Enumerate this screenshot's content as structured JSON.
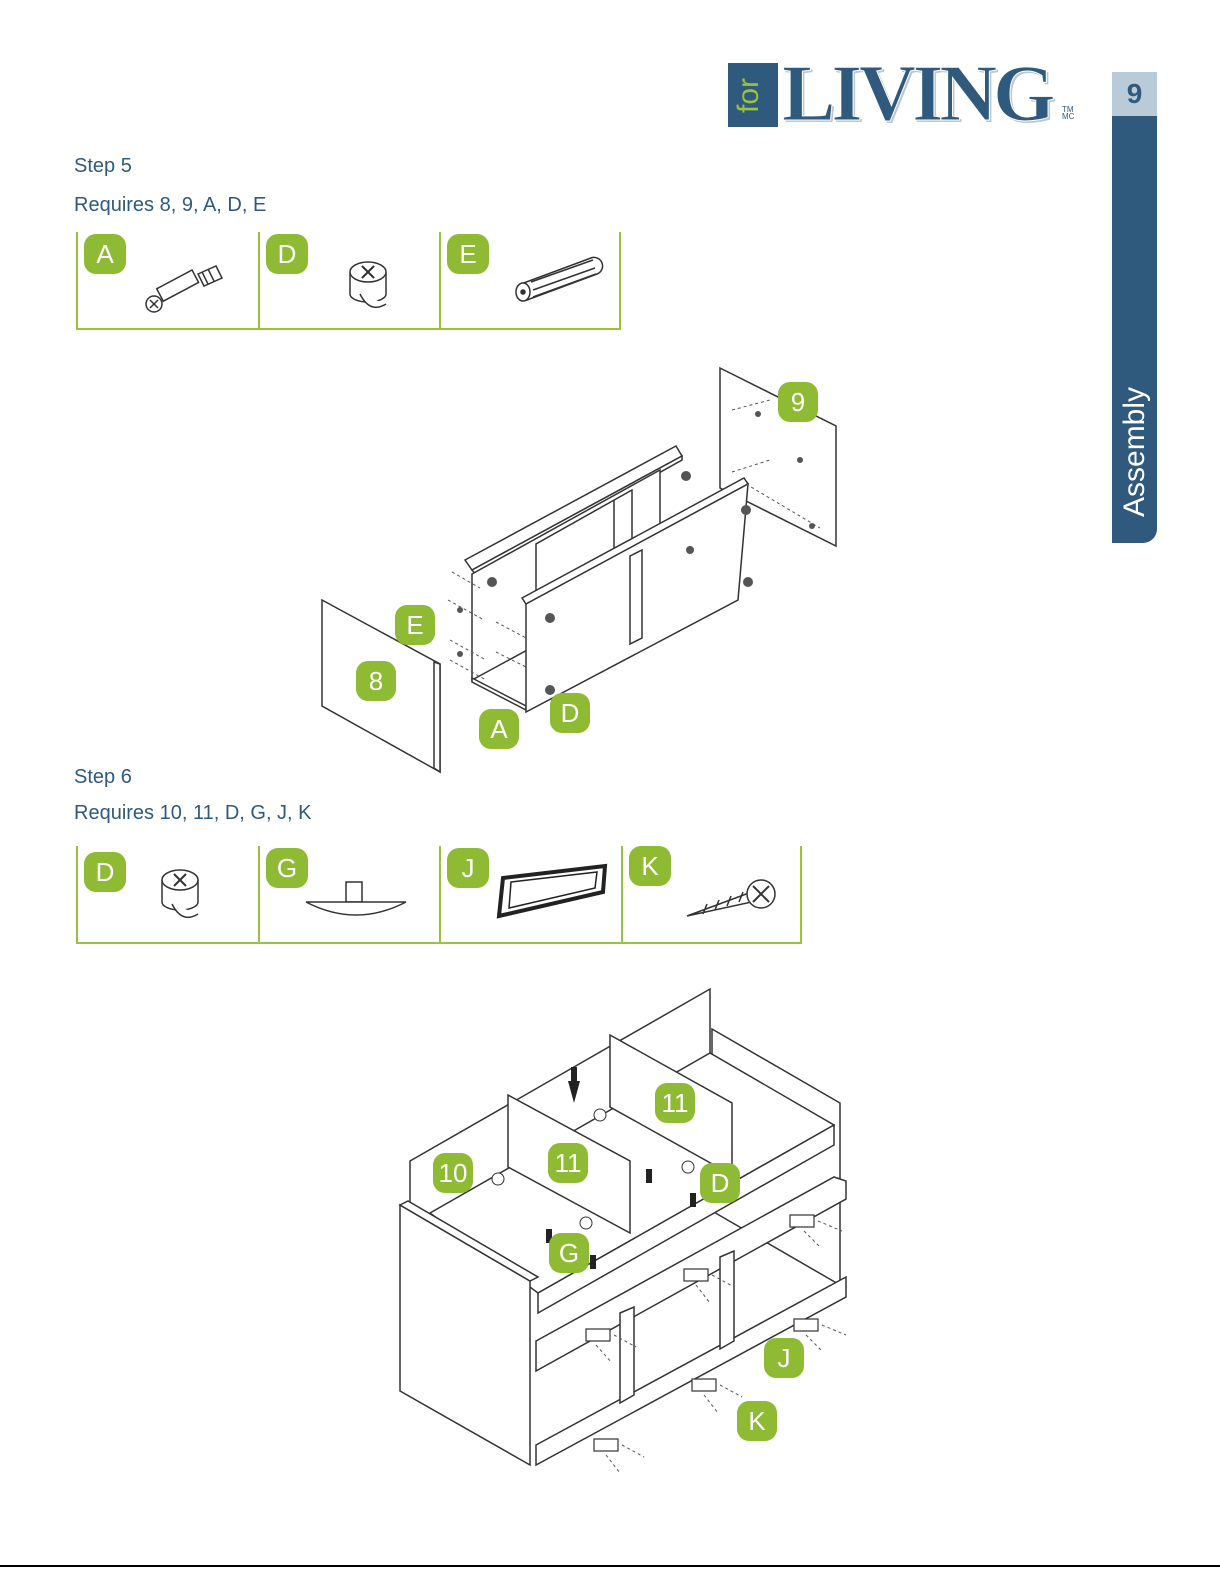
{
  "header": {
    "logo_small": "for",
    "logo_word": "LIVING",
    "logo_tm": "TM",
    "logo_mc": "MC",
    "page_number": "9",
    "section_tab": "Assembly"
  },
  "step5": {
    "title": "Step 5",
    "requires": "Requires  8, 9, A, D, E",
    "parts": [
      {
        "label": "A",
        "icon": "cam-bolt-icon"
      },
      {
        "label": "D",
        "icon": "cam-lock-icon"
      },
      {
        "label": "E",
        "icon": "wood-dowel-icon"
      }
    ],
    "callouts": {
      "p9": "9",
      "pE": "E",
      "p8": "8",
      "pA": "A",
      "pD": "D"
    }
  },
  "step6": {
    "title": "Step 6",
    "requires": "Requires  10, 11, D, G, J, K",
    "parts": [
      {
        "label": "D",
        "icon": "cam-lock-icon"
      },
      {
        "label": "G",
        "icon": "shelf-support-icon"
      },
      {
        "label": "J",
        "icon": "mending-bracket-icon"
      },
      {
        "label": "K",
        "icon": "wood-screw-icon"
      }
    ],
    "callouts": {
      "p11a": "11",
      "p11b": "11",
      "p10": "10",
      "pD": "D",
      "pG": "G",
      "pJ": "J",
      "pK": "K"
    }
  }
}
